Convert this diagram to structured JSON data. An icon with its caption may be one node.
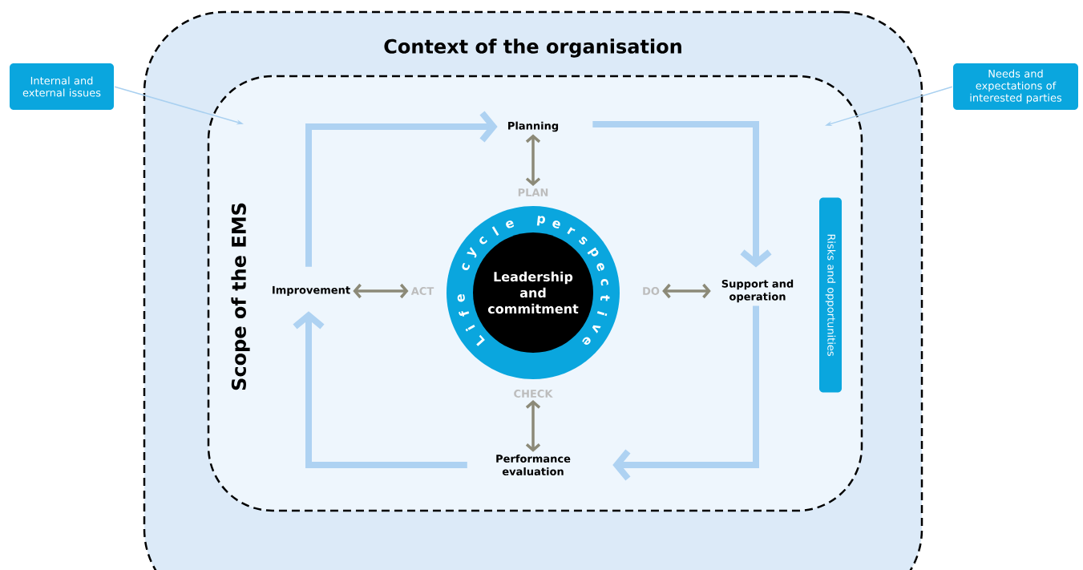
{
  "diagram": {
    "nodes": [
      {
        "text": [
          "Context of the organisation"
        ]
      },
      {
        "text": [
          "Scope of the EMS"
        ],
        "in": 0
      },
      {
        "text": [
          "Internal and external issues"
        ]
      },
      {
        "text": [
          "Needs and expectations of interested parties"
        ]
      },
      {
        "text": [
          "Planning"
        ],
        "in": 1
      },
      {
        "text": [
          "PLAN"
        ],
        "in": 1
      },
      {
        "text": [
          "Improvement"
        ],
        "in": 1
      },
      {
        "text": [
          "ACT"
        ],
        "in": 1
      },
      {
        "text": [
          "Life cycle perspective"
        ],
        "in": 1
      },
      {
        "text": [
          "Leadership and commitment"
        ],
        "in": 8
      },
      {
        "text": [
          "DO"
        ],
        "in": 1
      },
      {
        "text": [
          "Support and operation"
        ],
        "in": 1
      },
      {
        "text": [
          "CHECK"
        ],
        "in": 1
      },
      {
        "text": [
          "Performance evaluation"
        ],
        "in": 1
      },
      {
        "text": [
          "Risks and opportunities"
        ],
        "in": 1
      }
    ],
    "edges": [
      {
        "from": 2,
        "to": 1,
        "arrow": "to",
        "color": "#a9d0f0"
      },
      {
        "from": 3,
        "to": 1,
        "arrow": "to",
        "color": "#a9d0f0"
      },
      {
        "from": 6,
        "to": 4,
        "arrow": "to",
        "style": "thick",
        "color": "#aed2f2"
      },
      {
        "from": 4,
        "to": 11,
        "arrow": "to",
        "style": "thick",
        "color": "#aed2f2"
      },
      {
        "from": 11,
        "to": 13,
        "arrow": "to",
        "style": "thick",
        "color": "#aed2f2"
      },
      {
        "from": 13,
        "to": 6,
        "arrow": "to",
        "style": "thick",
        "color": "#aed2f2"
      },
      {
        "from": 4,
        "to": 5,
        "arrow": "both",
        "color": "#8c8a78"
      },
      {
        "from": 6,
        "to": 7,
        "arrow": "both",
        "color": "#8c8a78"
      },
      {
        "from": 10,
        "to": 11,
        "arrow": "both",
        "color": "#8c8a78"
      },
      {
        "from": 12,
        "to": 13,
        "arrow": "both",
        "color": "#8c8a78"
      }
    ]
  }
}
